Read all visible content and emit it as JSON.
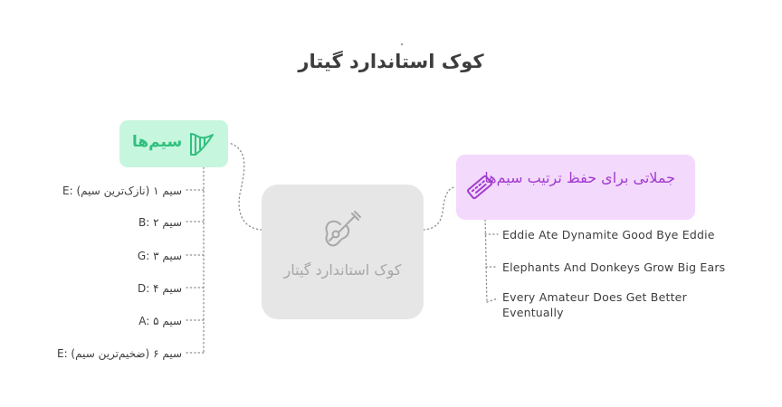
{
  "title": "کوک استاندارد گیتار",
  "center": {
    "label": "کوک استاندارد گیتار",
    "icon": "guitar-icon"
  },
  "strings_branch": {
    "label": "سیم‌ها",
    "icon": "harp-icon",
    "color": "#31c07e",
    "background": "#c7f6df",
    "items": [
      {
        "note": "E",
        "text": "سیم ۱ (نازک‌ترین سیم)"
      },
      {
        "note": "B",
        "text": "سیم ۲"
      },
      {
        "note": "G",
        "text": "سیم ۳"
      },
      {
        "note": "D",
        "text": "سیم ۴"
      },
      {
        "note": "A",
        "text": "سیم ۵"
      },
      {
        "note": "E",
        "text": "سیم ۶ (ضخیم‌ترین سیم)"
      }
    ]
  },
  "mnemonic_branch": {
    "label": "جملاتی برای حفظ ترتیب سیم‌ها",
    "icon": "keyboard-icon",
    "color": "#a23bd0",
    "background": "#f3d9fb",
    "items": [
      "Eddie Ate Dynamite Good Bye Eddie",
      "Elephants And Donkeys Grow Big Ears",
      "Every Amateur Does Get Better Eventually"
    ]
  },
  "colors": {
    "center_background": "#e6e6e6",
    "center_text": "#a7a7a7",
    "connector": "#8c8c8c",
    "text": "#3d3d3d"
  }
}
